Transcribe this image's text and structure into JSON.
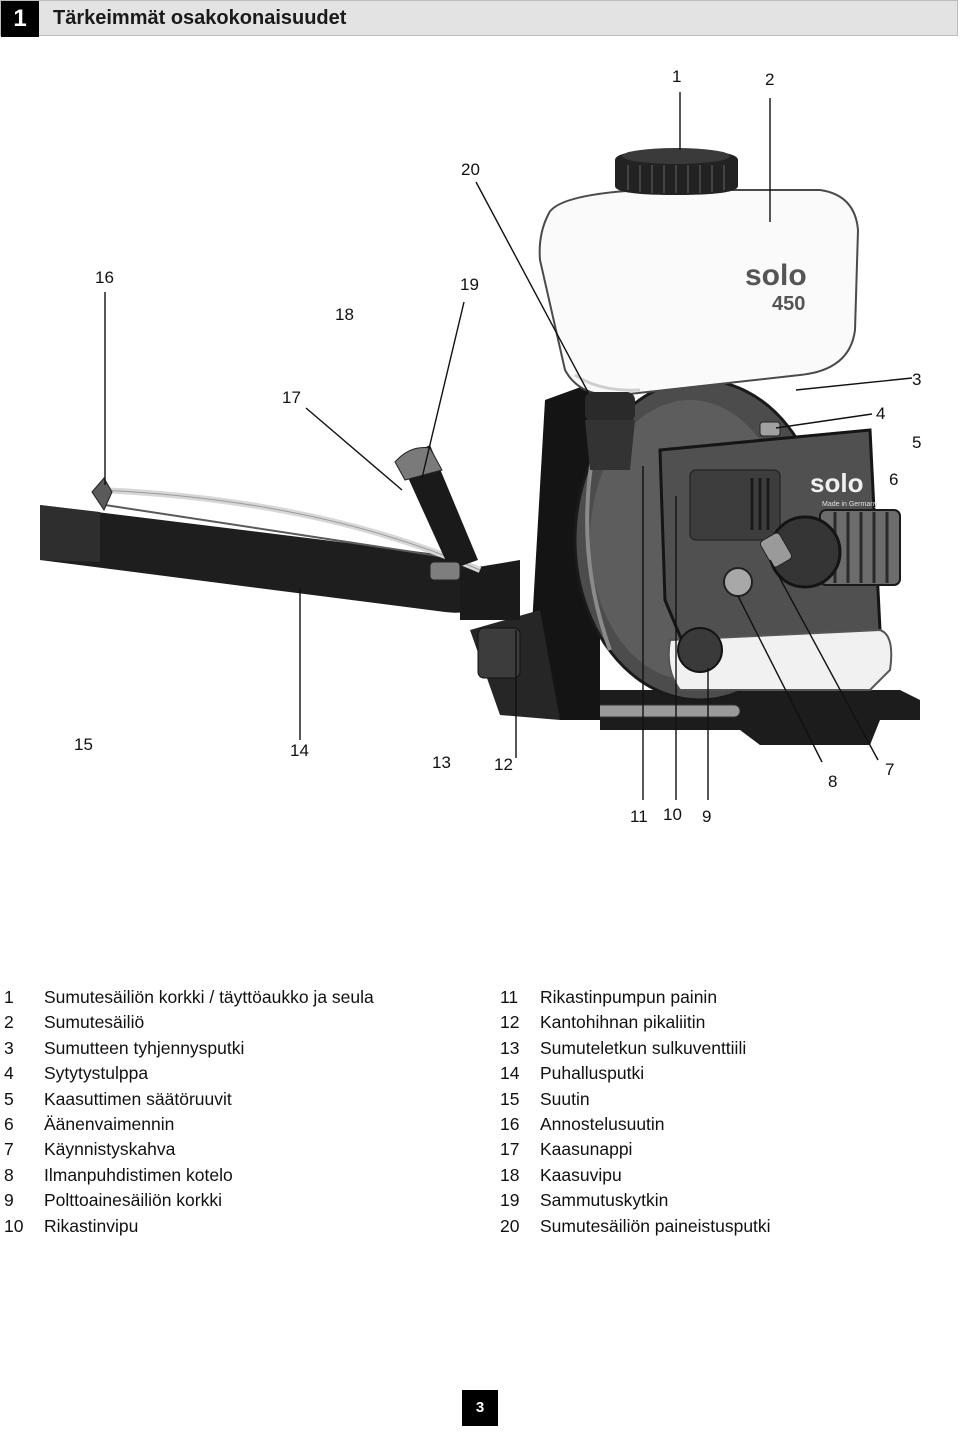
{
  "header": {
    "section_number": "1",
    "title": "Tärkeimmät osakokonaisuudet"
  },
  "figure": {
    "callouts": [
      "1",
      "2",
      "3",
      "4",
      "5",
      "6",
      "7",
      "8",
      "9",
      "10",
      "11",
      "12",
      "13",
      "14",
      "15",
      "16",
      "17",
      "18",
      "19",
      "20"
    ],
    "tank_brand": "solo",
    "tank_model": "450",
    "engine_brand": "solo",
    "engine_tagline": "Made in Germany"
  },
  "legend": {
    "left": [
      {
        "num": "1",
        "label": "Sumutesäiliön korkki / täyttöaukko ja seula"
      },
      {
        "num": "2",
        "label": "Sumutesäiliö"
      },
      {
        "num": "3",
        "label": "Sumutteen tyhjennysputki"
      },
      {
        "num": "4",
        "label": "Sytytystulppa"
      },
      {
        "num": "5",
        "label": "Kaasuttimen säätöruuvit"
      },
      {
        "num": "6",
        "label": "Äänenvaimennin"
      },
      {
        "num": "7",
        "label": "Käynnistyskahva"
      },
      {
        "num": "8",
        "label": "Ilmanpuhdistimen kotelo"
      },
      {
        "num": "9",
        "label": "Polttoainesäiliön korkki"
      },
      {
        "num": "10",
        "label": "Rikastinvipu"
      }
    ],
    "right": [
      {
        "num": "11",
        "label": "Rikastinpumpun painin"
      },
      {
        "num": "12",
        "label": "Kantohihnan pikaliitin"
      },
      {
        "num": "13",
        "label": "Sumuteletkun sulkuventtiili"
      },
      {
        "num": "14",
        "label": "Puhallusputki"
      },
      {
        "num": "15",
        "label": "Suutin"
      },
      {
        "num": "16",
        "label": "Annostelusuutin"
      },
      {
        "num": "17",
        "label": "Kaasunappi"
      },
      {
        "num": "18",
        "label": "Kaasuvipu"
      },
      {
        "num": "19",
        "label": "Sammutuskytkin"
      },
      {
        "num": "20",
        "label": "Sumutesäiliön paineistusputki"
      }
    ]
  },
  "page_number": "3"
}
